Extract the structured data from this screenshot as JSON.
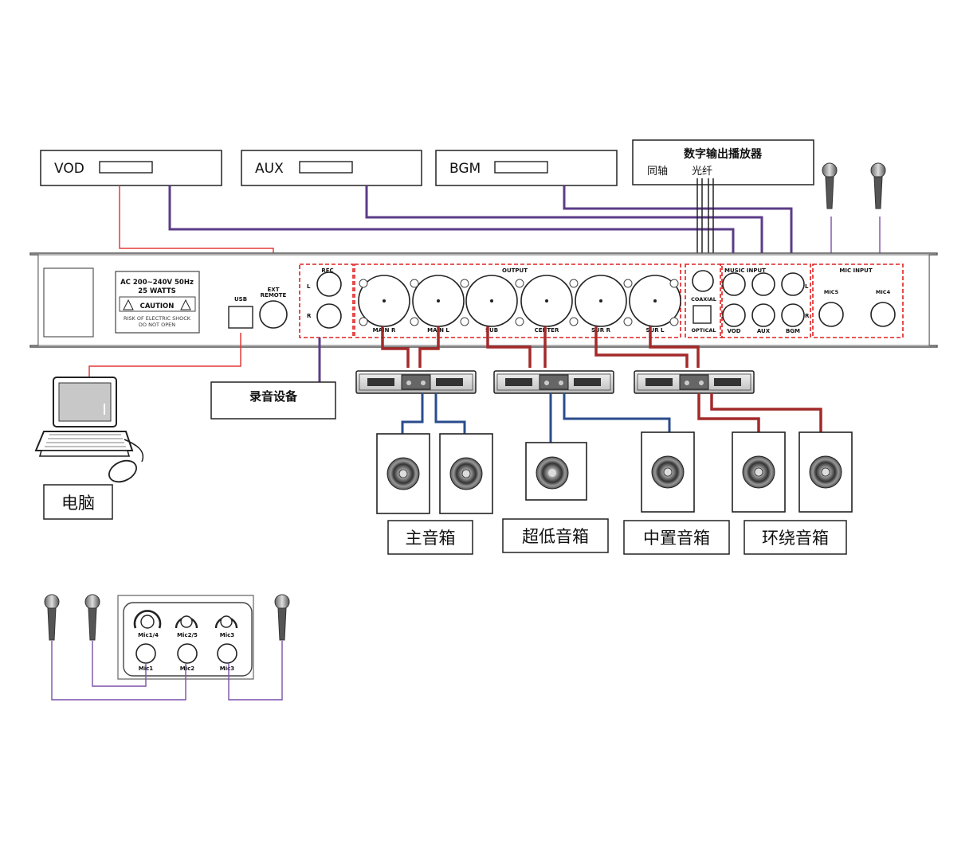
{
  "sources": {
    "vod": "VOD",
    "aux": "AUX",
    "bgm": "BGM",
    "digital_player": {
      "title": "数字输出播放器",
      "coaxial": "同轴",
      "optical": "光纤"
    }
  },
  "panel": {
    "power_spec": "AC 200~240V 50Hz",
    "watts": "25 WATTS",
    "caution": "CAUTION",
    "risk1": "RISK OF ELECTRIC SHOCK",
    "risk2": "DO NOT OPEN",
    "usb": "USB",
    "ext": "EXT",
    "remote": "REMOTE",
    "rec": "REC",
    "rec_l": "L",
    "rec_r": "R",
    "output": "OUTPUT",
    "outputs": [
      "MAIN R",
      "MAIN L",
      "SUB",
      "CENTER",
      "SUR R",
      "SUR L"
    ],
    "coaxial": "COAXIAL",
    "optical": "OPTICAL",
    "music_input": "MUSIC INPUT",
    "music_l": "L",
    "music_r": "R",
    "music_inputs": [
      "VOD",
      "AUX",
      "BGM"
    ],
    "mic_input": "MIC INPUT",
    "mic_inputs": [
      "MIC5",
      "MIC4"
    ]
  },
  "recorder": "录音设备",
  "computer": "电脑",
  "speaker_labels": {
    "main": "主音箱",
    "sub": "超低音箱",
    "center": "中置音箱",
    "surround": "环绕音箱"
  },
  "front_panel": {
    "knobs": [
      "Mic1/4",
      "Mic2/5",
      "Mic3"
    ],
    "jacks": [
      "Mic1",
      "Mic2",
      "Mic3"
    ]
  },
  "colors": {
    "wire_red": "#e33a3a",
    "wire_dark_red": "#a32a2a",
    "wire_purple": "#5b3c88",
    "wire_blue": "#2a4c8e",
    "dashed_box": "#e02020"
  }
}
